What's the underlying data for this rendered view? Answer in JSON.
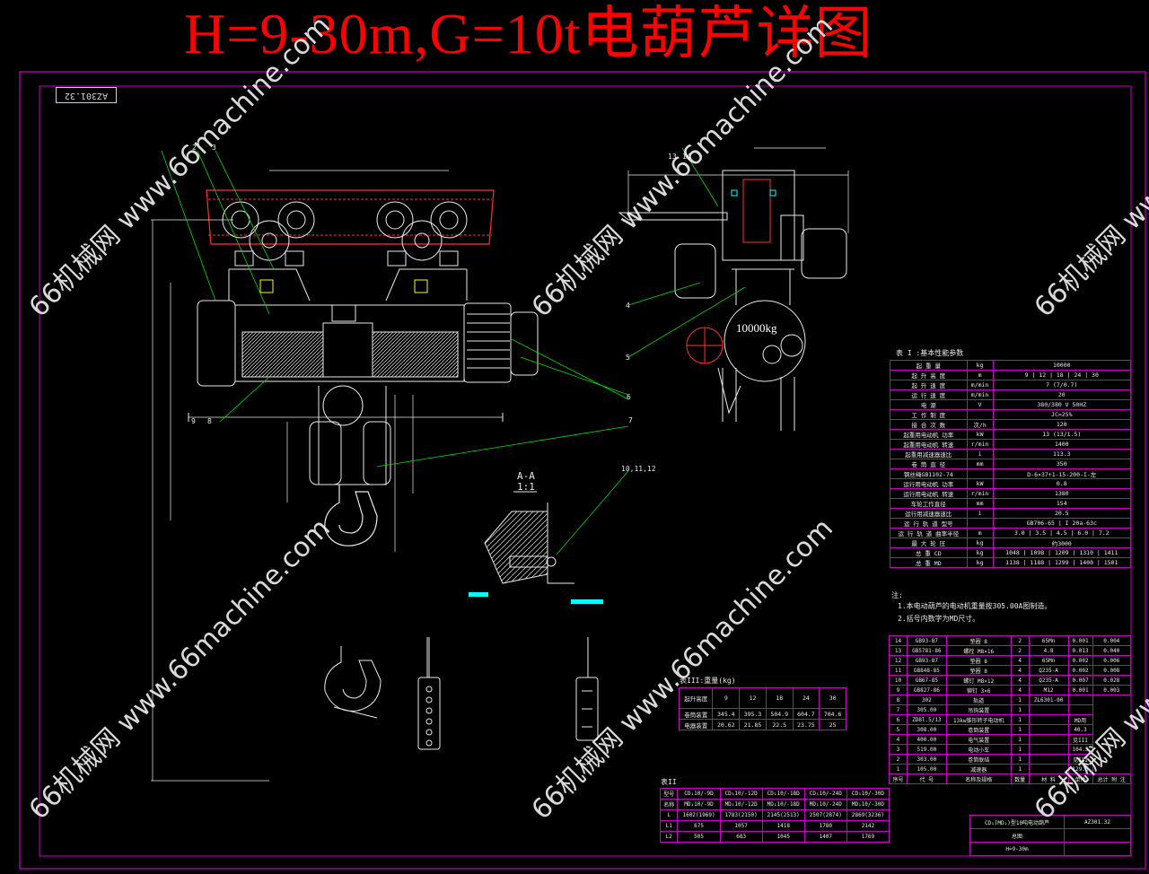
{
  "title": "H=9-30m,G=10t电葫芦详图",
  "watermark": "66机械网 www.66machine.com",
  "sheet_number": "AZ301.32",
  "load_label": "10000kg",
  "section_label": "A-A",
  "section_scale": "1:1",
  "part_numbers": [
    "2",
    "3",
    "4",
    "5",
    "6",
    "7",
    "8",
    "9",
    "10,11,12",
    "13",
    "14"
  ],
  "table1": {
    "title": "表 I :基本性能参数",
    "rows": [
      [
        "起 重 量",
        "kg",
        "10000"
      ],
      [
        "起 升 高 度",
        "m",
        "9 | 12 | 18 | 24 | 30"
      ],
      [
        "起 升 速 度",
        "m/min",
        "7 (7/0.7)"
      ],
      [
        "运 行 速 度",
        "m/min",
        "20"
      ],
      [
        "电 源",
        "V",
        "380/380 V   50HZ"
      ],
      [
        "工 作 制 度",
        "",
        "JC=25%"
      ],
      [
        "接 合 次 数",
        "次/h",
        "120"
      ],
      [
        "起重用电动机 功率",
        "kW",
        "13 (13/1.5)"
      ],
      [
        "起重用电动机 转速",
        "r/min",
        "1400"
      ],
      [
        "起重用减速器速比",
        "i",
        "113.3"
      ],
      [
        "卷 筒 直 径",
        "mm",
        "350"
      ],
      [
        "钢丝绳GB1102-74",
        "",
        "D-6×37+1-15-200-I-左"
      ],
      [
        "运行用电动机 功率",
        "kW",
        "0.8"
      ],
      [
        "运行用电动机 转速",
        "r/min",
        "1380"
      ],
      [
        "车轮工作直径",
        "mm",
        "154"
      ],
      [
        "运行用减速器速比",
        "i",
        "20.5"
      ],
      [
        "运 行 轨 道 型号",
        "",
        "GB706-65 | I 20a-63c"
      ],
      [
        "运 行 轨 道 曲率半径",
        "m",
        "3.0 | 3.5 | 4.5 | 6.0 | 7.2"
      ],
      [
        "最 大 轮 压",
        "kg",
        "约3000"
      ],
      [
        "总 重 CD",
        "kg",
        "1048 | 1098 | 1209 | 1310 | 1411"
      ],
      [
        "总 重 MD",
        "kg",
        "1138 | 1188 | 1299 | 1400 | 1501"
      ]
    ]
  },
  "notes": {
    "head": "注:",
    "items": [
      "1.本电动葫芦的电动机重量按305.00A图制造。",
      "2.括号内数字为MD尺寸。"
    ]
  },
  "parts_list": {
    "rows": [
      [
        "14",
        "GB93-87",
        "垫圈 8",
        "2",
        "65Mn",
        "0.001",
        "0.004"
      ],
      [
        "13",
        "GB5781-86",
        "螺栓 M8×16",
        "2",
        "4.8",
        "0.013",
        "0.040"
      ],
      [
        "12",
        "GB93-87",
        "垫圈 8",
        "4",
        "65Mn",
        "0.002",
        "0.006"
      ],
      [
        "11",
        "GB848-85",
        "垫圈 8",
        "4",
        "Q235-A",
        "0.002",
        "0.008"
      ],
      [
        "10",
        "GB67-85",
        "螺钉 M8×12",
        "4",
        "Q235-A",
        "0.007",
        "0.028"
      ],
      [
        "9",
        "GB827-86",
        "铆钉 3×6",
        "4",
        "M12",
        "0.001",
        "0.003"
      ],
      [
        "8",
        "302",
        "轨道",
        "1",
        "ZL6301-00",
        ""
      ],
      [
        "7",
        "305.00",
        "吊钩装置",
        "1",
        "",
        ""
      ],
      [
        "6",
        "ZD8l.5/13",
        "13kw锥形转子电动机",
        "1",
        "",
        "MD用"
      ],
      [
        "5",
        "308.00",
        "卷筒装置",
        "1",
        "",
        "40.3"
      ],
      [
        "4",
        "400.00",
        "电气装置",
        "1",
        "",
        "见III"
      ],
      [
        "3",
        "519.00",
        "电动小车",
        "1",
        "",
        "104.5"
      ],
      [
        "2",
        "303.00",
        "卷筒联结",
        "1",
        "",
        "见III"
      ],
      [
        "1",
        "105.00",
        "减速器",
        "1",
        "",
        "129.5"
      ],
      [
        "序号",
        "代 号",
        "名称及规格",
        "数量",
        "材 料",
        "单件",
        "总计 附 注"
      ]
    ]
  },
  "table3": {
    "title": "表III:重量(kg)",
    "header_label": "起升高度",
    "name_label": "名称",
    "heights": [
      "9",
      "12",
      "18",
      "24",
      "30"
    ],
    "rows": [
      [
        "卷筒装置",
        "345.4",
        "395.3",
        "504.9",
        "604.7",
        "704.6"
      ],
      [
        "电器装置",
        "20.62",
        "21.85",
        "22.5",
        "23.75",
        "25"
      ]
    ]
  },
  "table2": {
    "title": "表II",
    "header": [
      "型号",
      "CD₁10/-9D",
      "CD₁10/-12D",
      "CD₁10/-18D",
      "CD₁10/-24D",
      "CD₁10/-30D"
    ],
    "header2": [
      "名称",
      "MD₁10/-9D",
      "MD₁10/-12D",
      "MD₁10/-18D",
      "MD₁10/-24D",
      "MD₁10/-30D"
    ],
    "rows": [
      [
        "L",
        "1602(1969)",
        "1783(2150)",
        "2145(2513)",
        "2507(2874)",
        "2869(3236)"
      ],
      [
        "L1",
        "675",
        "1057",
        "1418",
        "1780",
        "2142"
      ],
      [
        "L2",
        "505",
        "683",
        "1045",
        "1407",
        "1769"
      ]
    ]
  },
  "title_block": {
    "name": "CD₁(MD₁)型10吨电动葫芦",
    "sub": "总图",
    "spec": "H=9-30m",
    "code": "AZ301.32"
  }
}
